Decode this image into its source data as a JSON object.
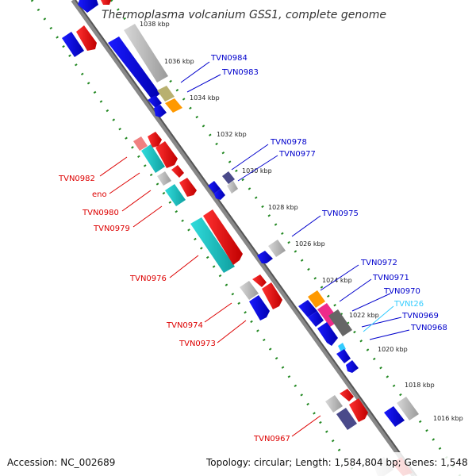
{
  "header": {
    "title": "Thermoplasma volcanium GSS1, complete genome"
  },
  "footer": {
    "accession": "Accession: NC_002689",
    "summary": "Topology: circular; Length: 1,584,804 bp; Genes: 1,548"
  },
  "ticks": {
    "t1038": "1038 kbp",
    "t1036": "1036 kbp",
    "t1034": "1034 kbp",
    "t1032": "1032 kbp",
    "t1030": "1030 kbp",
    "t1028": "1028 kbp",
    "t1026": "1026 kbp",
    "t1024": "1024 kbp",
    "t1022": "1022 kbp",
    "t1020": "1020 kbp",
    "t1018": "1018 kbp",
    "t1016": "1016 kbp"
  },
  "labels": {
    "TVN0984": "TVN0984",
    "TVN0983": "TVN0983",
    "TVN0978": "TVN0978",
    "TVN0977": "TVN0977",
    "TVN0975": "TVN0975",
    "TVN0972": "TVN0972",
    "TVN0971": "TVN0971",
    "TVN0970": "TVN0970",
    "TVNt26": "TVNt26",
    "TVN0969": "TVN0969",
    "TVN0968": "TVN0968",
    "TVN0982": "TVN0982",
    "eno": "eno",
    "TVN0980": "TVN0980",
    "TVN0979": "TVN0979",
    "TVN0976": "TVN0976",
    "TVN0974": "TVN0974",
    "TVN0973": "TVN0973",
    "TVN0967": "TVN0967"
  },
  "colors": {
    "forward_gene": "#0000dd",
    "reverse_gene": "#ee0000",
    "hypothetical": "#bbbbbb",
    "cyan_gene": "#20c8c8",
    "orange_gene": "#ff9900",
    "magenta_gene": "#ee2a8a",
    "navy_gene": "#4a4a8a",
    "olive_gene": "#b8b070",
    "backbone": "#777777",
    "tick_green": "#228822",
    "trna_label": "#33ccff"
  }
}
